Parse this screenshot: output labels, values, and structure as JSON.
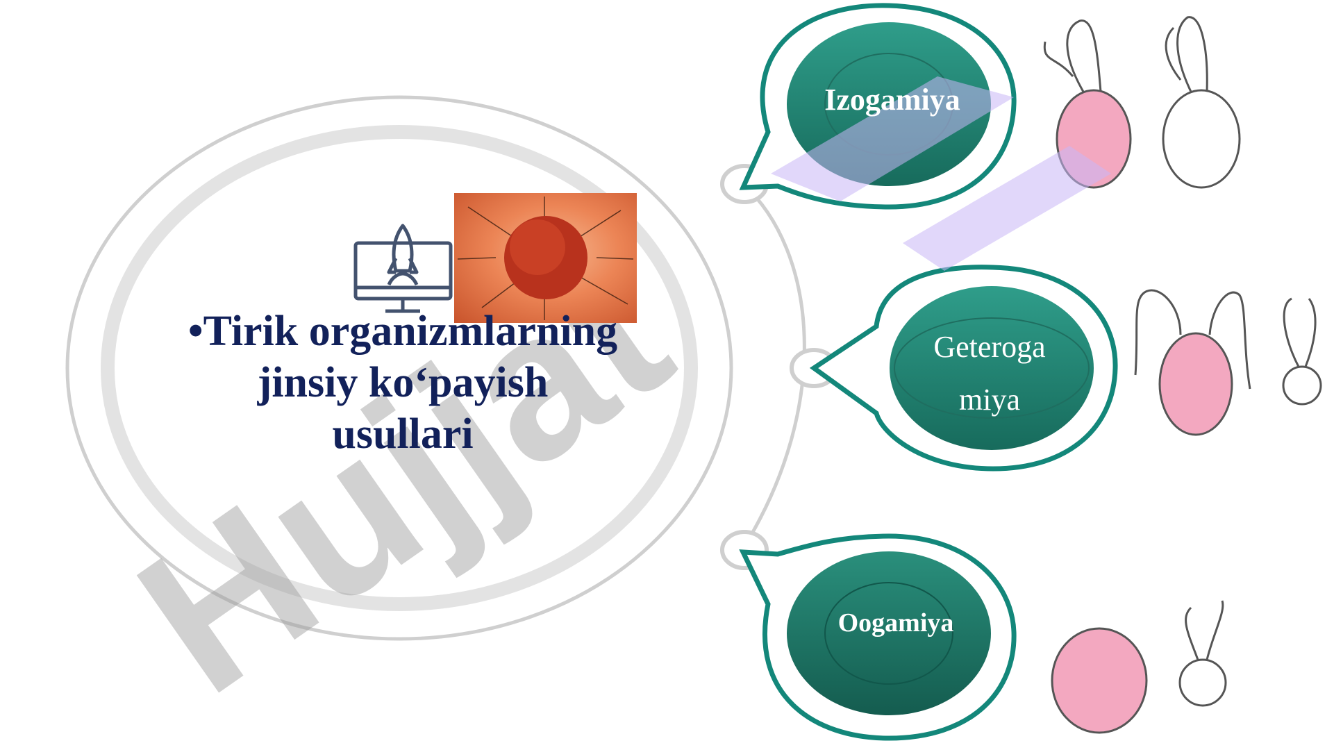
{
  "title": {
    "bullet": "•",
    "line1": "Tirik organizmlarning",
    "line2": "jinsiy ko‘payish",
    "line3": "usullari"
  },
  "nodes": [
    {
      "label": "Izogamiya"
    },
    {
      "label_line1": "Geteroga",
      "label_line2": "miya"
    },
    {
      "label": "Oogamiya"
    }
  ],
  "watermark": {
    "text": "Hujjat"
  },
  "colors": {
    "title": "#12215a",
    "teal_outline": "#13877a",
    "teal_fill_dark": "#1a6f5f",
    "teal_fill_light": "#34a08e",
    "pink_cell": "#f3a8c0",
    "grey_circle": "#cfcfcf"
  },
  "icons": [
    "rocket-monitor-icon",
    "egg-cell-photo"
  ]
}
